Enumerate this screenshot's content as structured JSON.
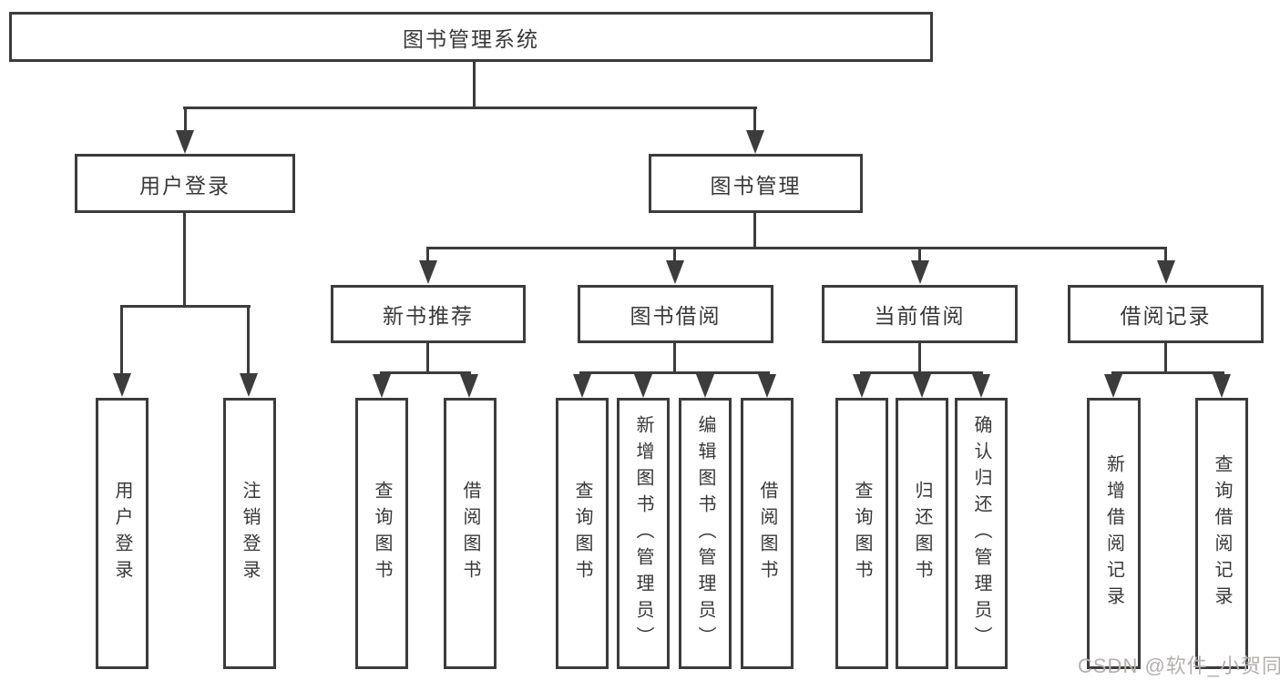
{
  "diagram": {
    "root": {
      "label": "图书管理系统"
    },
    "branches": [
      {
        "label": "用户登录",
        "children": [
          {
            "label": "用户登录"
          },
          {
            "label": "注销登录"
          }
        ]
      },
      {
        "label": "图书管理",
        "sections": [
          {
            "label": "新书推荐",
            "children": [
              {
                "label": "查询图书"
              },
              {
                "label": "借阅图书"
              }
            ]
          },
          {
            "label": "图书借阅",
            "children": [
              {
                "label": "查询图书"
              },
              {
                "label": "新增图书（管理员）"
              },
              {
                "label": "编辑图书（管理员）"
              },
              {
                "label": "借阅图书"
              }
            ]
          },
          {
            "label": "当前借阅",
            "children": [
              {
                "label": "查询图书"
              },
              {
                "label": "归还图书"
              },
              {
                "label": "确认归还（管理员）"
              }
            ]
          },
          {
            "label": "借阅记录",
            "children": [
              {
                "label": "新增借阅记录"
              },
              {
                "label": "查询借阅记录"
              }
            ]
          }
        ]
      }
    ]
  },
  "watermark": {
    "text": "CSDN @软件_小贺同学",
    "color": "#b4afaf"
  },
  "colors": {
    "line": "#3c3c3c",
    "text": "#383838",
    "background": "#ffffff",
    "box_fill": "#ffffff"
  }
}
